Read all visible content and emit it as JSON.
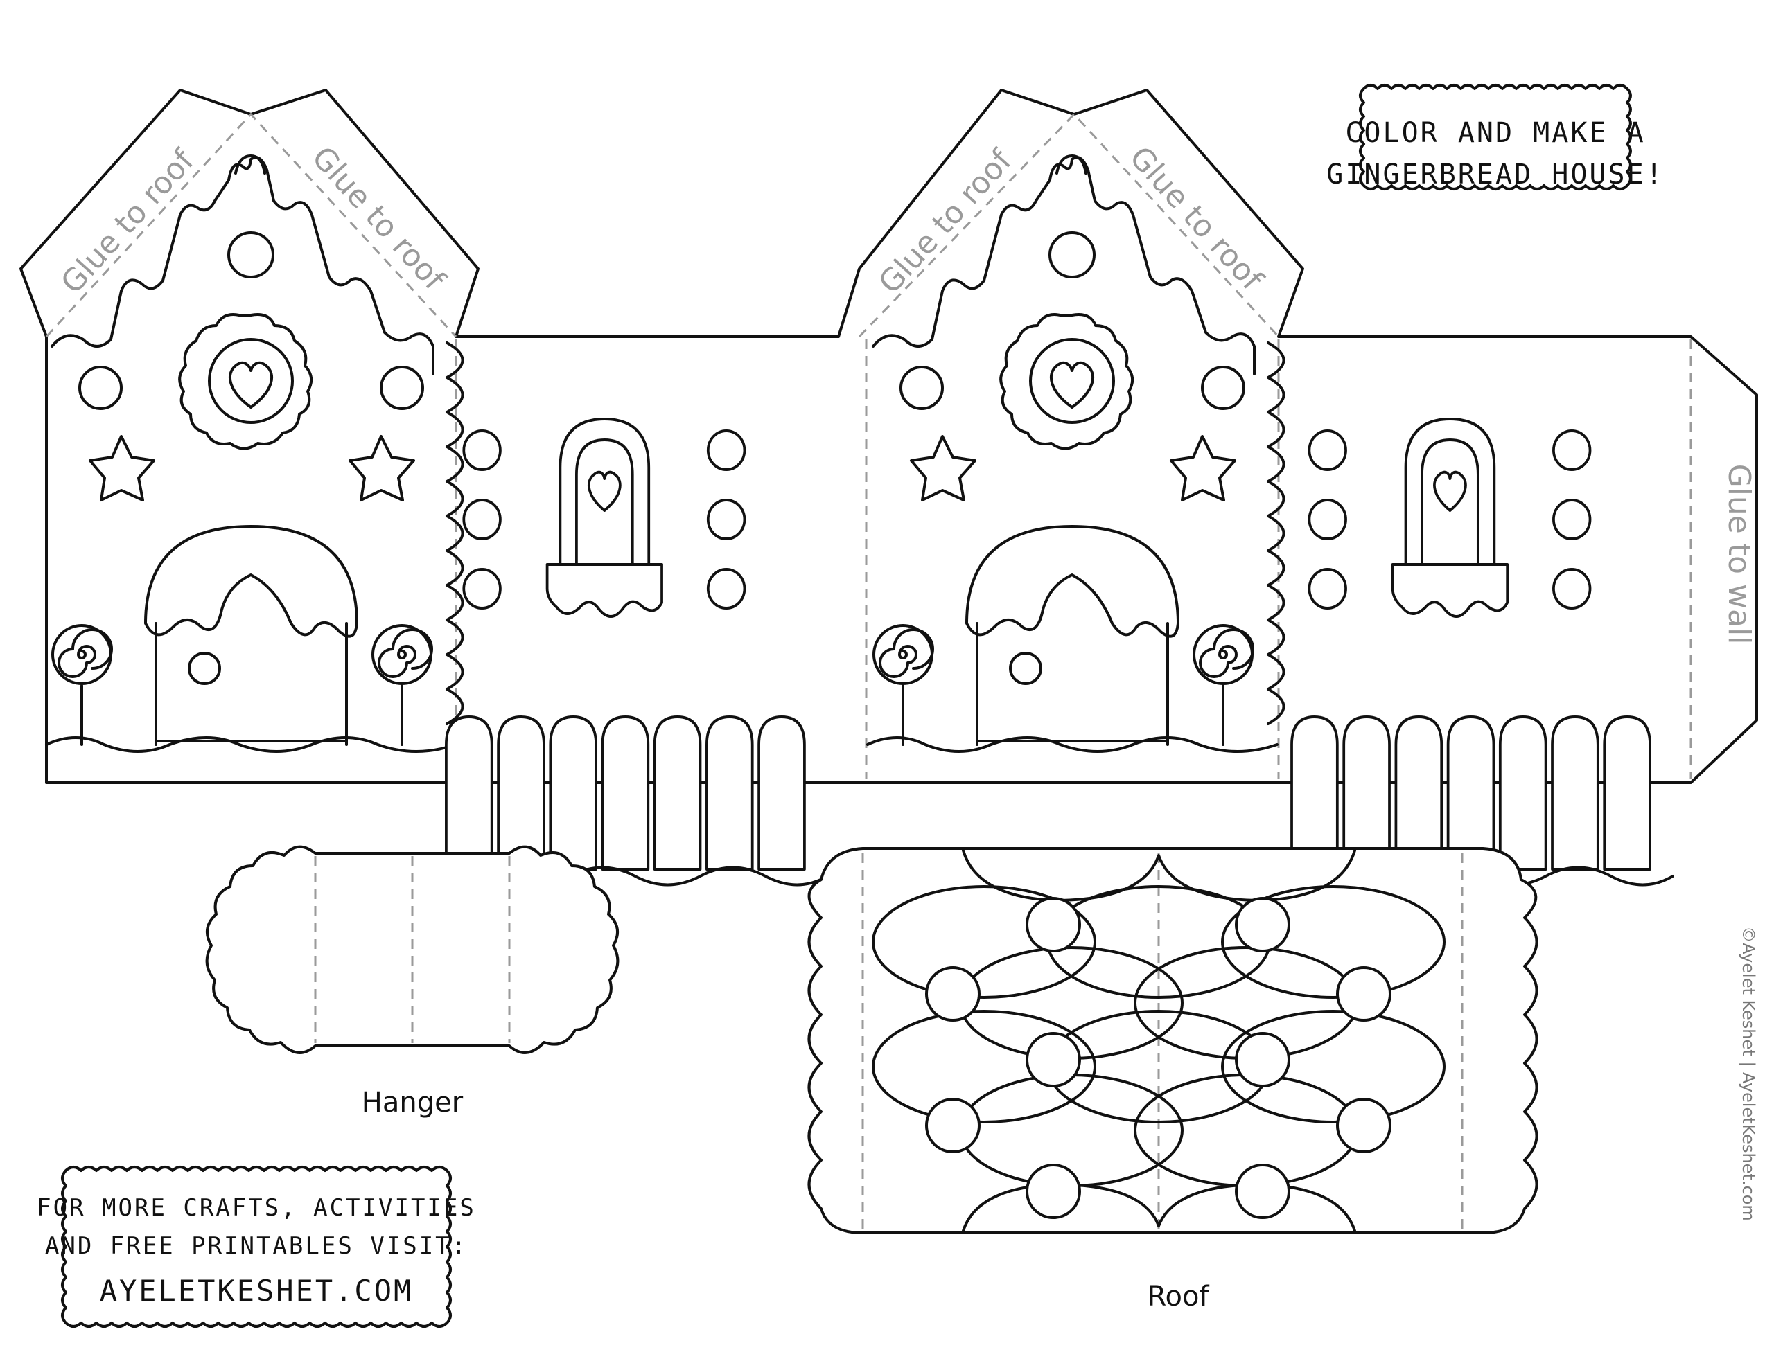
{
  "house": {
    "glue_roof": "Glue to roof",
    "glue_wall": "Glue to wall"
  },
  "title_box": {
    "line1": "COLOR AND MAKE A",
    "line2": "GINGERBREAD HOUSE!"
  },
  "hanger": {
    "label": "Hanger"
  },
  "roof": {
    "label": "Roof"
  },
  "promo_box": {
    "line1": "FOR MORE CRAFTS, ACTIVITIES",
    "line2": "AND FREE PRINTABLES VISIT:",
    "line3": "AYELETKESHET.COM"
  },
  "credit": "©Ayelet Keshet | AyeletKeshet.com"
}
